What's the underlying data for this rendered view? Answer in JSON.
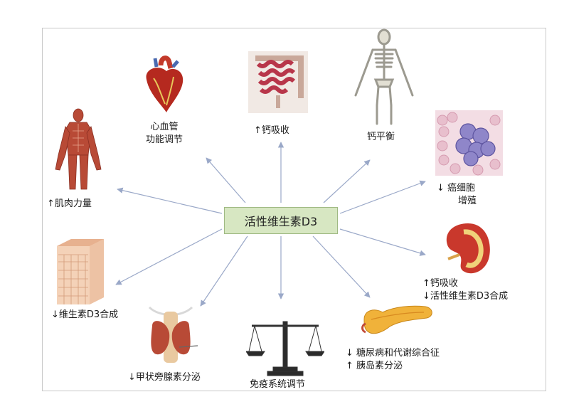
{
  "center": "活性维生素D3",
  "labels": {
    "heart": [
      "心血管",
      "功能调节"
    ],
    "intestine": "↑钙吸收",
    "skeleton": "钙平衡",
    "cancer": [
      "↓ 癌细胞",
      "增殖"
    ],
    "muscle": "↑肌肉力量",
    "kidney": [
      "↑钙吸收",
      "↓活性维生素D3合成"
    ],
    "skin": "↓维生素D3合成",
    "pancreas": [
      "↓ 糖尿病和代谢综合征",
      "↑ 胰岛素分泌"
    ],
    "thyroid": "↓甲状旁腺素分泌",
    "immune": "免疫系统调节"
  },
  "icons": [
    "heart-icon",
    "intestine-icon",
    "skeleton-icon",
    "cancer-cell-icon",
    "muscle-body-icon",
    "kidney-icon",
    "skin-tissue-icon",
    "pancreas-icon",
    "thyroid-icon",
    "scale-icon"
  ],
  "colors": {
    "center_fill": "#d7e7c2",
    "arrow": "#9aa8c8",
    "heart": "#b5291f",
    "muscle": "#b84a36"
  }
}
